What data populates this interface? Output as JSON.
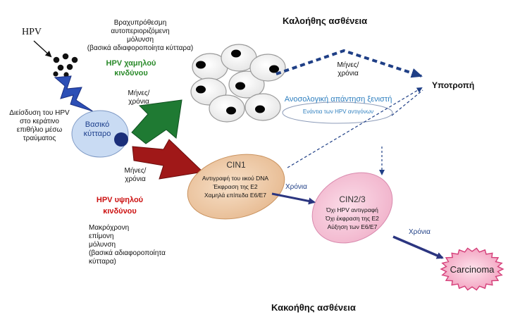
{
  "labels": {
    "hpv": "HPV",
    "infiltration": [
      "Διείσδυση του HPV",
      "στο κεράτινο",
      "επιθήλιο μέσω",
      "τραύματος"
    ],
    "short_term": [
      "Βραχυπρόθεσμη",
      "αυτοπεριοριζόμενη",
      "μόλυνση",
      "(βασικά αδιαφοροποίητα κύτταρα)"
    ],
    "low_risk": [
      "HPV χαμηλού",
      "κινδύνου"
    ],
    "high_risk": [
      "HPV υψηλού",
      "κινδύνου"
    ],
    "long_term": [
      "Μακρόχρονη",
      "επίμονη",
      "μόλυνση",
      "(βασικά αδιαφοροποίητα",
      "κύτταρα)"
    ],
    "basal_cell": [
      "Βασικό",
      "κύτταρο"
    ],
    "months_years_green": [
      "Μήνες/",
      "χρόνια"
    ],
    "months_years_red": [
      "Μήνες/",
      "χρόνια"
    ],
    "months_years_top": [
      "Μήνες/",
      "χρόνια"
    ],
    "benign": "Καλοήθης ασθένεια",
    "malignant": "Κακοήθης ασθένεια",
    "regression": "Υποτροπή",
    "immune_title": "Ανοσολογική απάντηση ξενιστή",
    "immune_sub": "Ενάντια των HPV αντιγόνων",
    "years_1": "Χρόνια",
    "years_2": "Χρόνια",
    "carcinoma": "Carcinoma"
  },
  "cin1": {
    "title": "CIN1",
    "lines": [
      "Αντιγραφή του ιικού DNA",
      "Έκφραση της E2",
      "Χαμηλά επίπεδα E6/E7"
    ]
  },
  "cin23": {
    "title": "CIN2/3",
    "lines": [
      "Όχι HPV αντιγραφή",
      "Όχι έκφραση της E2",
      "Αύξηση των E6/E7"
    ]
  },
  "colors": {
    "low_risk": "#2a8a2a",
    "high_risk": "#cc1111",
    "green_arrow": "#1f7a33",
    "red_arrow": "#a01818",
    "navy_arrow": "#2b3580",
    "dash": "#1f3f86",
    "immune": "#2e7fbf",
    "basal_fill": "#c9dbf3",
    "nucleus": "#1b2f7a",
    "cin1_fill": "#eec9a4",
    "cin23_fill": "#f6c4d9",
    "carcinoma_fill": "#f5b7cc",
    "carcinoma_edge": "#d43d78",
    "lightning": "#2c4fb6"
  }
}
